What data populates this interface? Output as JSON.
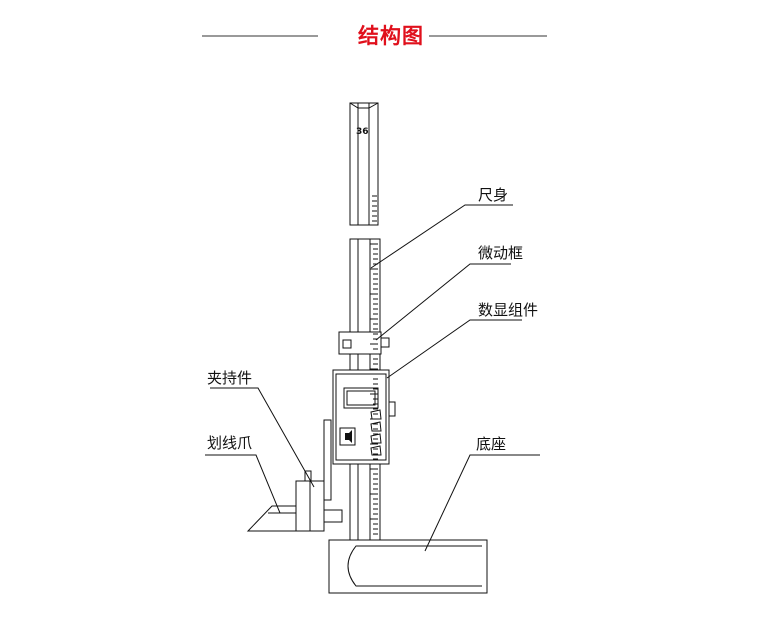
{
  "title": "结构图",
  "colors": {
    "title": "#e0101c",
    "line": "#111111",
    "background": "#ffffff"
  },
  "labels": {
    "ruler_body": "尺身",
    "fine_adjust_frame": "微动框",
    "digital_display": "数显组件",
    "clamp": "夹持件",
    "scribing_claw": "划线爪",
    "base": "底座"
  },
  "body": {
    "scale_mark": "36",
    "display_icon": "speaker-icon"
  }
}
